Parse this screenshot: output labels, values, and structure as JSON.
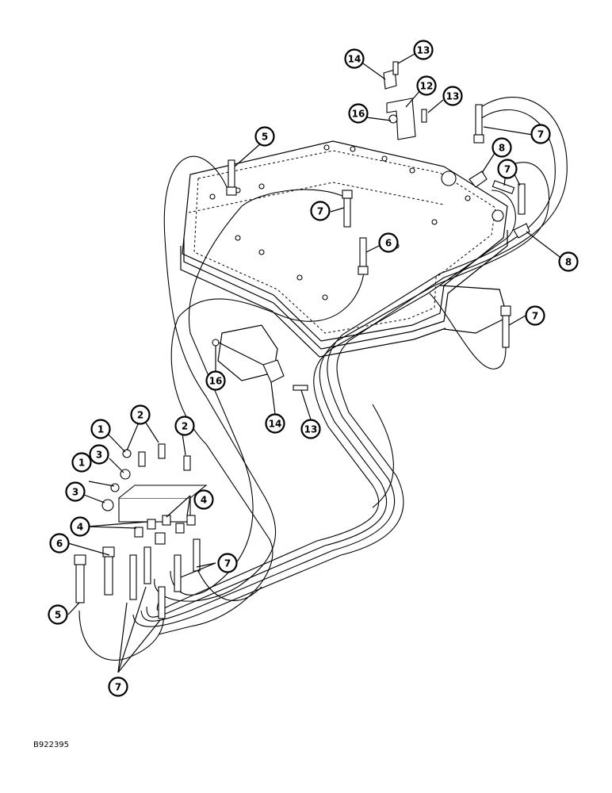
{
  "figure_code": "B922395",
  "callouts": [
    {
      "id": "c14a",
      "label": "14"
    },
    {
      "id": "c13a",
      "label": "13"
    },
    {
      "id": "c12",
      "label": "12"
    },
    {
      "id": "c13b",
      "label": "13"
    },
    {
      "id": "c16a",
      "label": "16"
    },
    {
      "id": "c5a",
      "label": "5"
    },
    {
      "id": "c7a",
      "label": "7"
    },
    {
      "id": "c8a",
      "label": "8"
    },
    {
      "id": "c7b",
      "label": "7"
    },
    {
      "id": "c7c",
      "label": "7"
    },
    {
      "id": "c6a",
      "label": "6"
    },
    {
      "id": "c8b",
      "label": "8"
    },
    {
      "id": "c7d",
      "label": "7"
    },
    {
      "id": "c16b",
      "label": "16"
    },
    {
      "id": "c14b",
      "label": "14"
    },
    {
      "id": "c13c",
      "label": "13"
    },
    {
      "id": "c2a",
      "label": "2"
    },
    {
      "id": "c2b",
      "label": "2"
    },
    {
      "id": "c1a",
      "label": "1"
    },
    {
      "id": "c3a",
      "label": "3"
    },
    {
      "id": "c1b",
      "label": "1"
    },
    {
      "id": "c3b",
      "label": "3"
    },
    {
      "id": "c4a",
      "label": "4"
    },
    {
      "id": "c4b",
      "label": "4"
    },
    {
      "id": "c6b",
      "label": "6"
    },
    {
      "id": "c7e",
      "label": "7"
    },
    {
      "id": "c5b",
      "label": "5"
    },
    {
      "id": "c7f",
      "label": "7"
    }
  ]
}
